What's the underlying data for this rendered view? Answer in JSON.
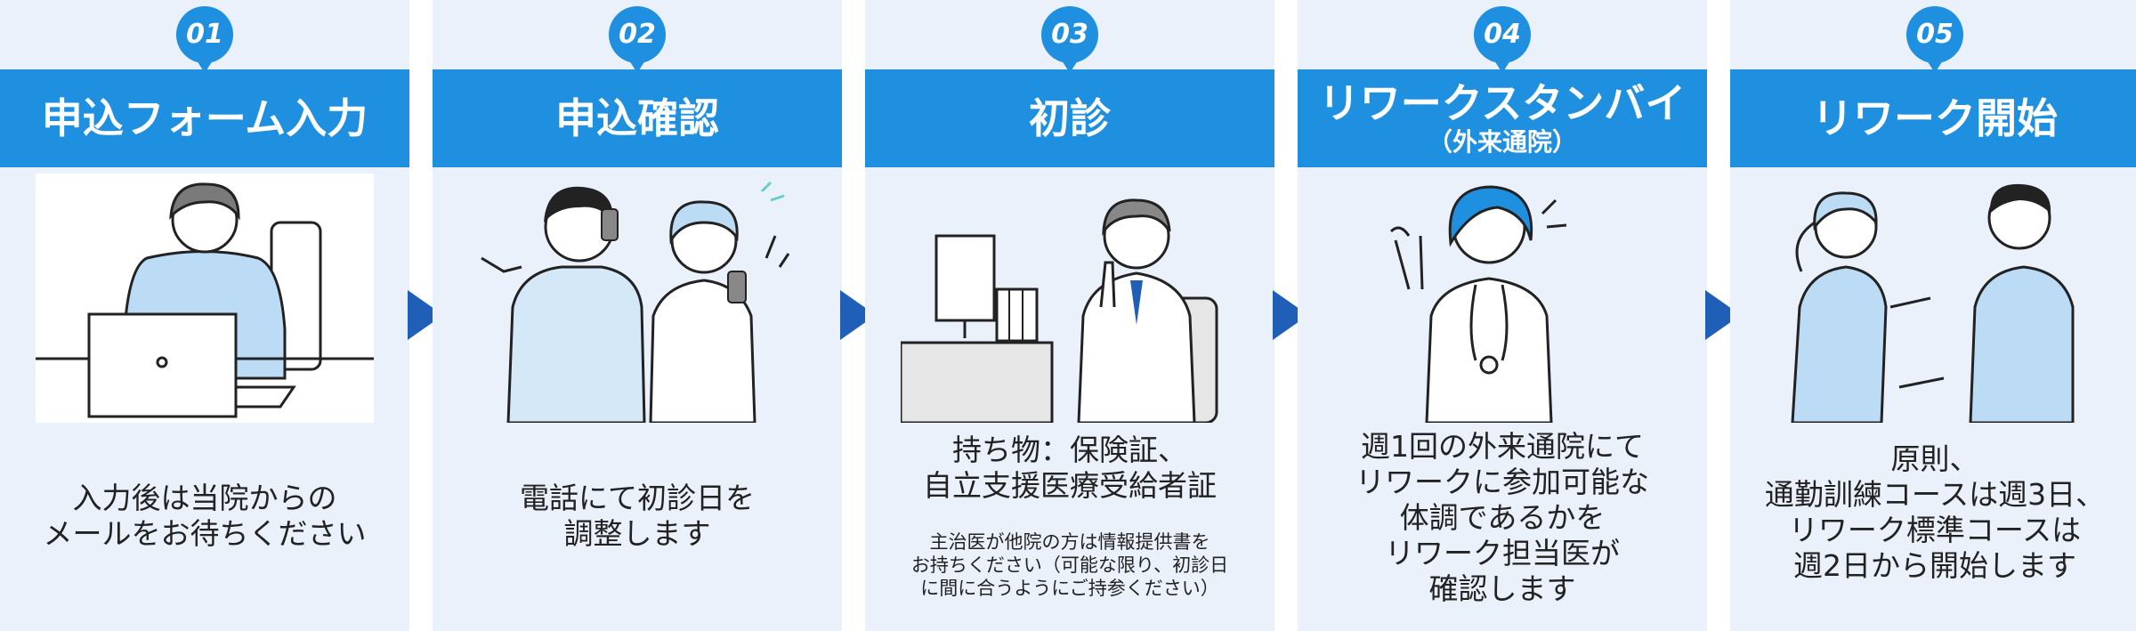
{
  "colors": {
    "band": "#1f8fe0",
    "panel": "#eaf1fb",
    "arrow": "#1f5fb8"
  },
  "steps": [
    {
      "number": "01",
      "title": "申込フォーム入力",
      "subtitle": "",
      "illustration": "person-laptop-icon",
      "description": "入力後は当院からの\nメールをお待ちください",
      "note": ""
    },
    {
      "number": "02",
      "title": "申込確認",
      "subtitle": "",
      "illustration": "couple-phones-icon",
      "description": "電話にて初診日を\n調整します",
      "note": ""
    },
    {
      "number": "03",
      "title": "初診",
      "subtitle": "",
      "illustration": "doctor-desk-icon",
      "description": "持ち物：保険証、\n自立支援医療受給者証",
      "note": "主治医が他院の方は情報提供書を\nお持ちください（可能な限り、初診日\nに間に合うようにご持参ください）"
    },
    {
      "number": "04",
      "title": "リワークスタンバイ",
      "subtitle": "（外来通院）",
      "illustration": "nurse-ok-icon",
      "description": "週1回の外来通院にて\nリワークに参加可能な\n体調であるかを\nリワーク担当医が\n確認します",
      "note": ""
    },
    {
      "number": "05",
      "title": "リワーク開始",
      "subtitle": "",
      "illustration": "two-people-talking-icon",
      "description": "原則、\n通勤訓練コースは週3日、\nリワーク標準コースは\n週2日から開始します",
      "note": ""
    }
  ]
}
